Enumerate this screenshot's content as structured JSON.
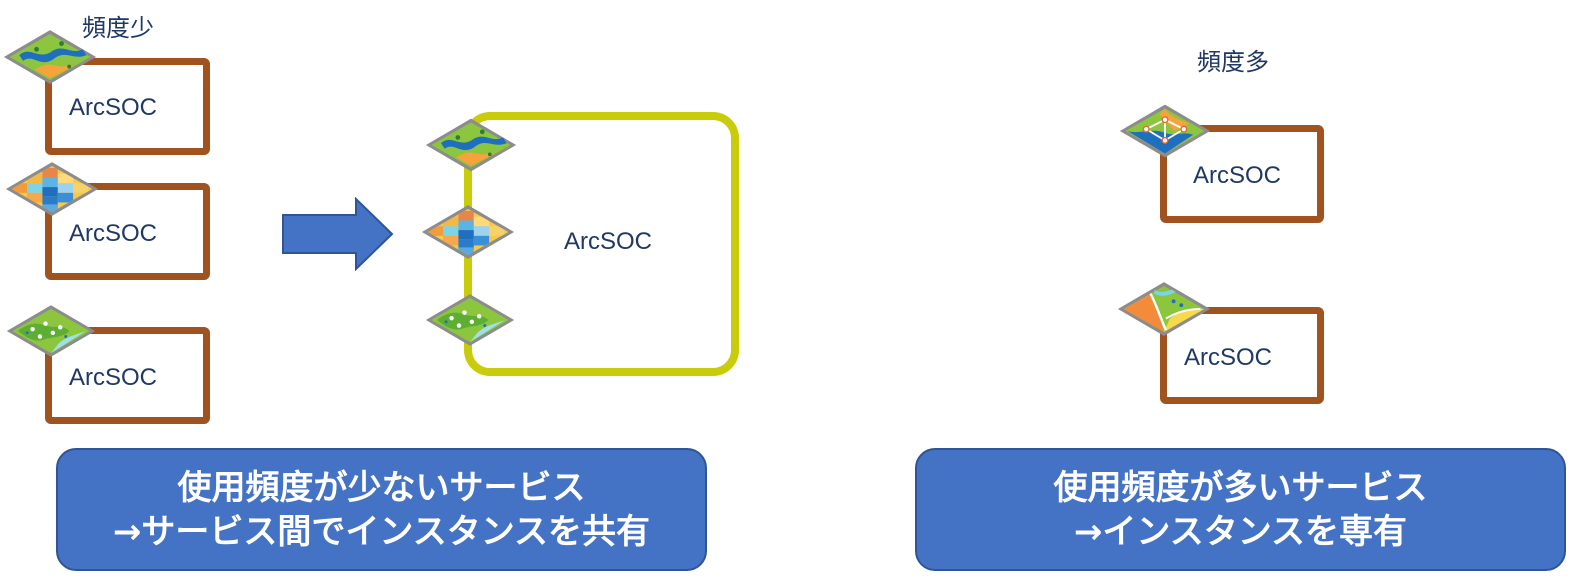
{
  "left_group": {
    "frequency_label": "頻度少",
    "instances": [
      {
        "label": "ArcSOC",
        "icon": "river-map-icon"
      },
      {
        "label": "ArcSOC",
        "icon": "raster-grid-icon"
      },
      {
        "label": "ArcSOC",
        "icon": "points-map-icon"
      }
    ]
  },
  "shared_group": {
    "label": "ArcSOC",
    "icons": [
      "river-map-icon",
      "raster-grid-icon",
      "points-map-icon"
    ]
  },
  "right_group": {
    "frequency_label": "頻度多",
    "instances": [
      {
        "label": "ArcSOC",
        "icon": "network-map-icon"
      },
      {
        "label": "ArcSOC",
        "icon": "region-map-icon"
      }
    ]
  },
  "panels": {
    "left": {
      "line1": "使用頻度が少ないサービス",
      "line2": "→サービス間でインスタンスを共有"
    },
    "right": {
      "line1": "使用頻度が多いサービス",
      "line2": "→インスタンスを専有"
    }
  },
  "colors": {
    "box_border": "#a0521f",
    "shared_border": "#c8cc0a",
    "arrow": "#4472c4",
    "panel": "#4472c4",
    "label_text": "#1f3864"
  }
}
